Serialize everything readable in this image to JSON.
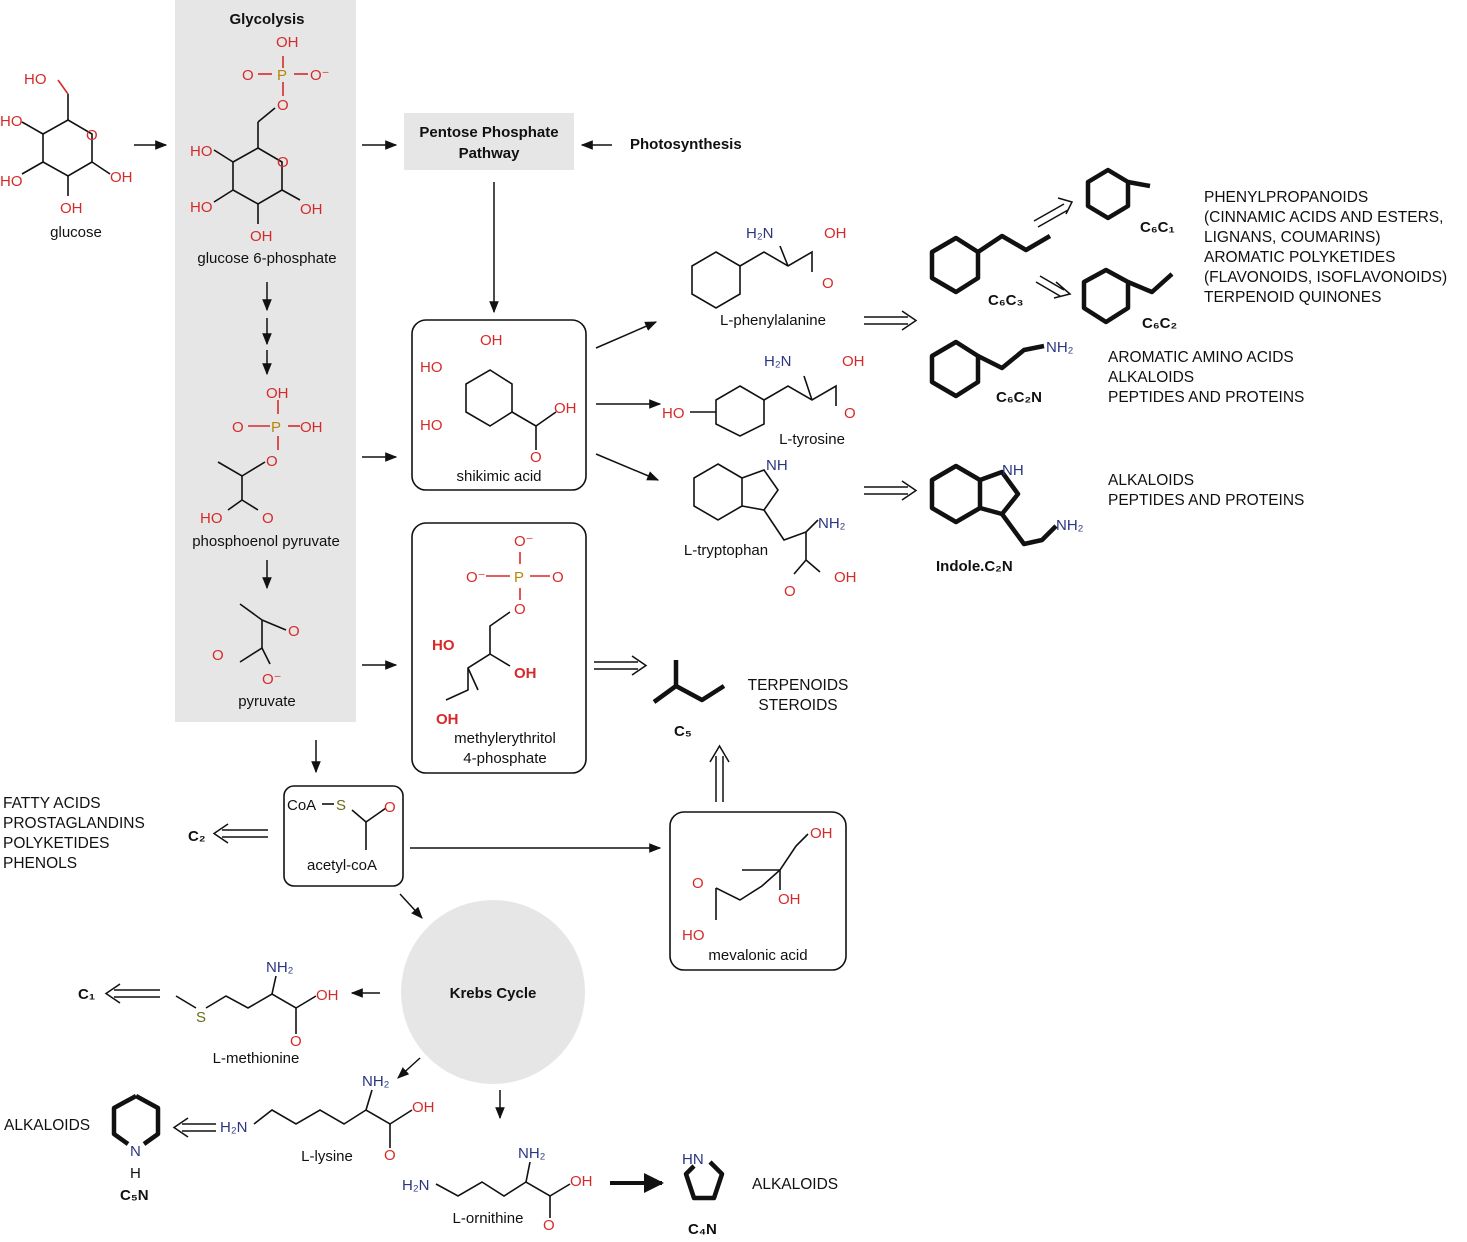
{
  "panels": {
    "glycolysis": "Glycolysis",
    "ppp_line1": "Pentose Phosphate",
    "ppp_line2": "Pathway",
    "photosynthesis": "Photosynthesis",
    "krebs": "Krebs Cycle"
  },
  "molecules": {
    "glucose": "glucose",
    "g6p": "glucose 6-phosphate",
    "pep": "phosphoenol pyruvate",
    "pyruvate": "pyruvate",
    "shikimic": "shikimic acid",
    "mep_line1": "methylerythritol",
    "mep_line2": "4-phosphate",
    "acetylcoa": "acetyl-coA",
    "mevalonic": "mevalonic acid",
    "phe": "L-phenylalanine",
    "tyr": "L-tyrosine",
    "trp": "L-tryptophan",
    "met": "L-methionine",
    "lys": "L-lysine",
    "orn": "L-ornithine"
  },
  "atoms": {
    "ho": "HO",
    "oh": "OH",
    "o": "O",
    "p": "P",
    "o_minus": "O⁻",
    "nh2": "NH₂",
    "h2n": "H₂N",
    "nh": "NH",
    "hn": "HN",
    "n": "N",
    "h": "H",
    "s": "S",
    "coa": "CoA"
  },
  "skeletons": {
    "c6c1": "C₆C₁",
    "c6c3": "C₆C₃",
    "c6c2": "C₆C₂",
    "c6c2n": "C₆C₂N",
    "indole": "Indole.C₂N",
    "c5": "C₅",
    "c2": "C₂",
    "c1": "C₁",
    "c5n": "C₅N",
    "c4n": "C₄N"
  },
  "classes": {
    "phenylpropanoids": [
      "PHENYLPROPANOIDS",
      "(CINNAMIC ACIDS AND ESTERS,",
      "LIGNANS, COUMARINS)",
      "AROMATIC POLYKETIDES",
      "(FLAVONOIDS, ISOFLAVONOIDS)",
      "TERPENOID QUINONES"
    ],
    "aromatic": [
      "AROMATIC AMINO ACIDS",
      "ALKALOIDS",
      "PEPTIDES AND PROTEINS"
    ],
    "indole": [
      "ALKALOIDS",
      "PEPTIDES AND PROTEINS"
    ],
    "terpenoids": [
      "TERPENOIDS",
      "STEROIDS"
    ],
    "fatty": [
      "FATTY ACIDS",
      "PROSTAGLANDINS",
      "POLYKETIDES",
      "PHENOLS"
    ],
    "alkaloids": "ALKALOIDS"
  },
  "colors": {
    "oxygen": "#d62a2a",
    "nitrogen": "#2a3580",
    "phosphorus": "#b8860b",
    "sulfur": "#6b6b1f",
    "panel_fill": "#e6e6e6"
  }
}
